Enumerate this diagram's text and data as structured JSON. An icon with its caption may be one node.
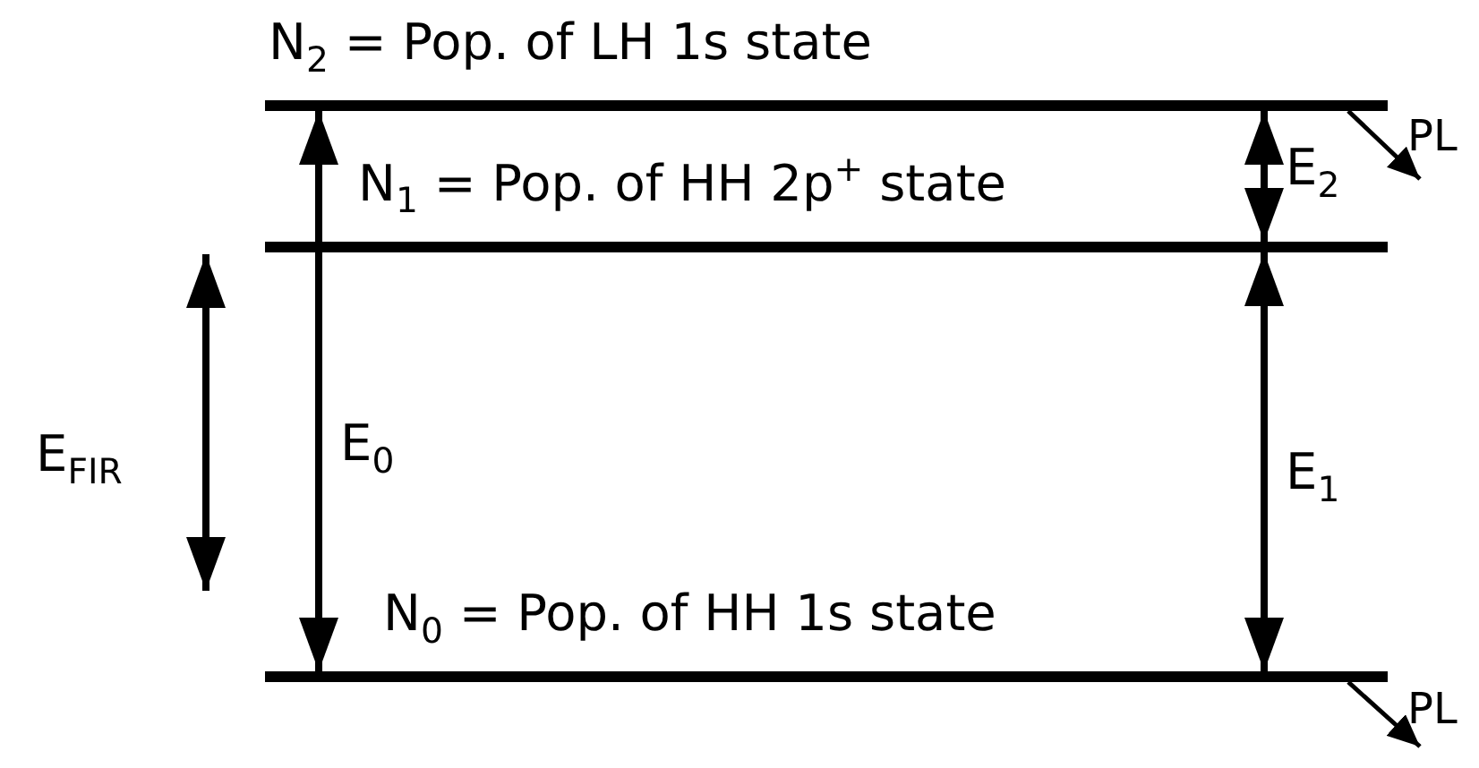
{
  "diagram": {
    "nodes": [
      {
        "text": [
          "N$_{2}$ = Pop. of LH 1s state"
        ]
      },
      {
        "text": [
          "N$_{1}$ = Pop. of HH 2p$^{+}$ state"
        ]
      },
      {
        "text": [
          "N$_{0}$ = Pop. of HH 1s state"
        ]
      }
    ],
    "edges": [
      {
        "from": 0,
        "to": 2,
        "arrow": "both",
        "label": "E$_{0}$"
      },
      {
        "from": 0,
        "to": 1,
        "arrow": "both",
        "label": "E$_{2}$"
      },
      {
        "from": 1,
        "to": 2,
        "arrow": "both",
        "label": "E$_{1}$"
      },
      {
        "from": 0,
        "to": null,
        "arrow": "to",
        "label": "PL"
      },
      {
        "from": 2,
        "to": null,
        "arrow": "to",
        "label": "PL"
      }
    ],
    "labels": [
      "E$_{FIR}$"
    ]
  }
}
